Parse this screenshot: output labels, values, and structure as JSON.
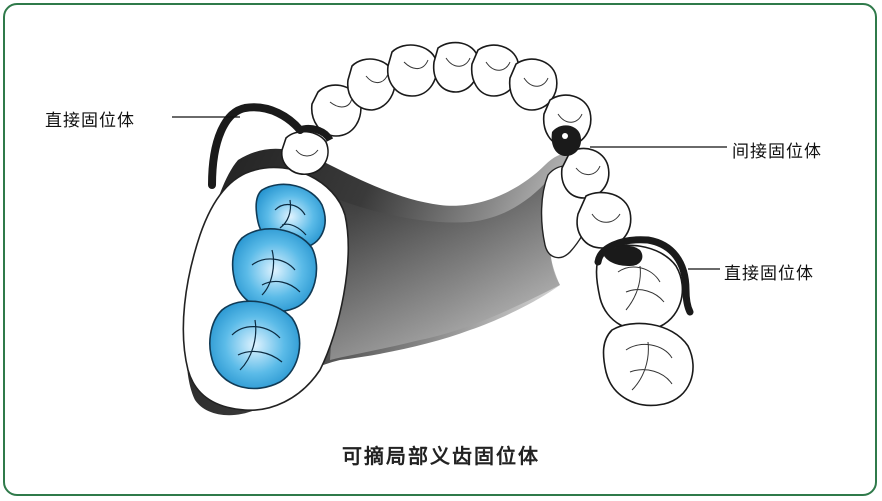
{
  "labels": {
    "direct_retainer_left": "直接固位体",
    "indirect_retainer": "间接固位体",
    "direct_retainer_right": "直接固位体"
  },
  "caption": "可摘局部义齿固位体",
  "colors": {
    "frame": "#2f7a4a",
    "artificial_teeth": "#2e9fd6",
    "base": "#2b2b2b"
  }
}
